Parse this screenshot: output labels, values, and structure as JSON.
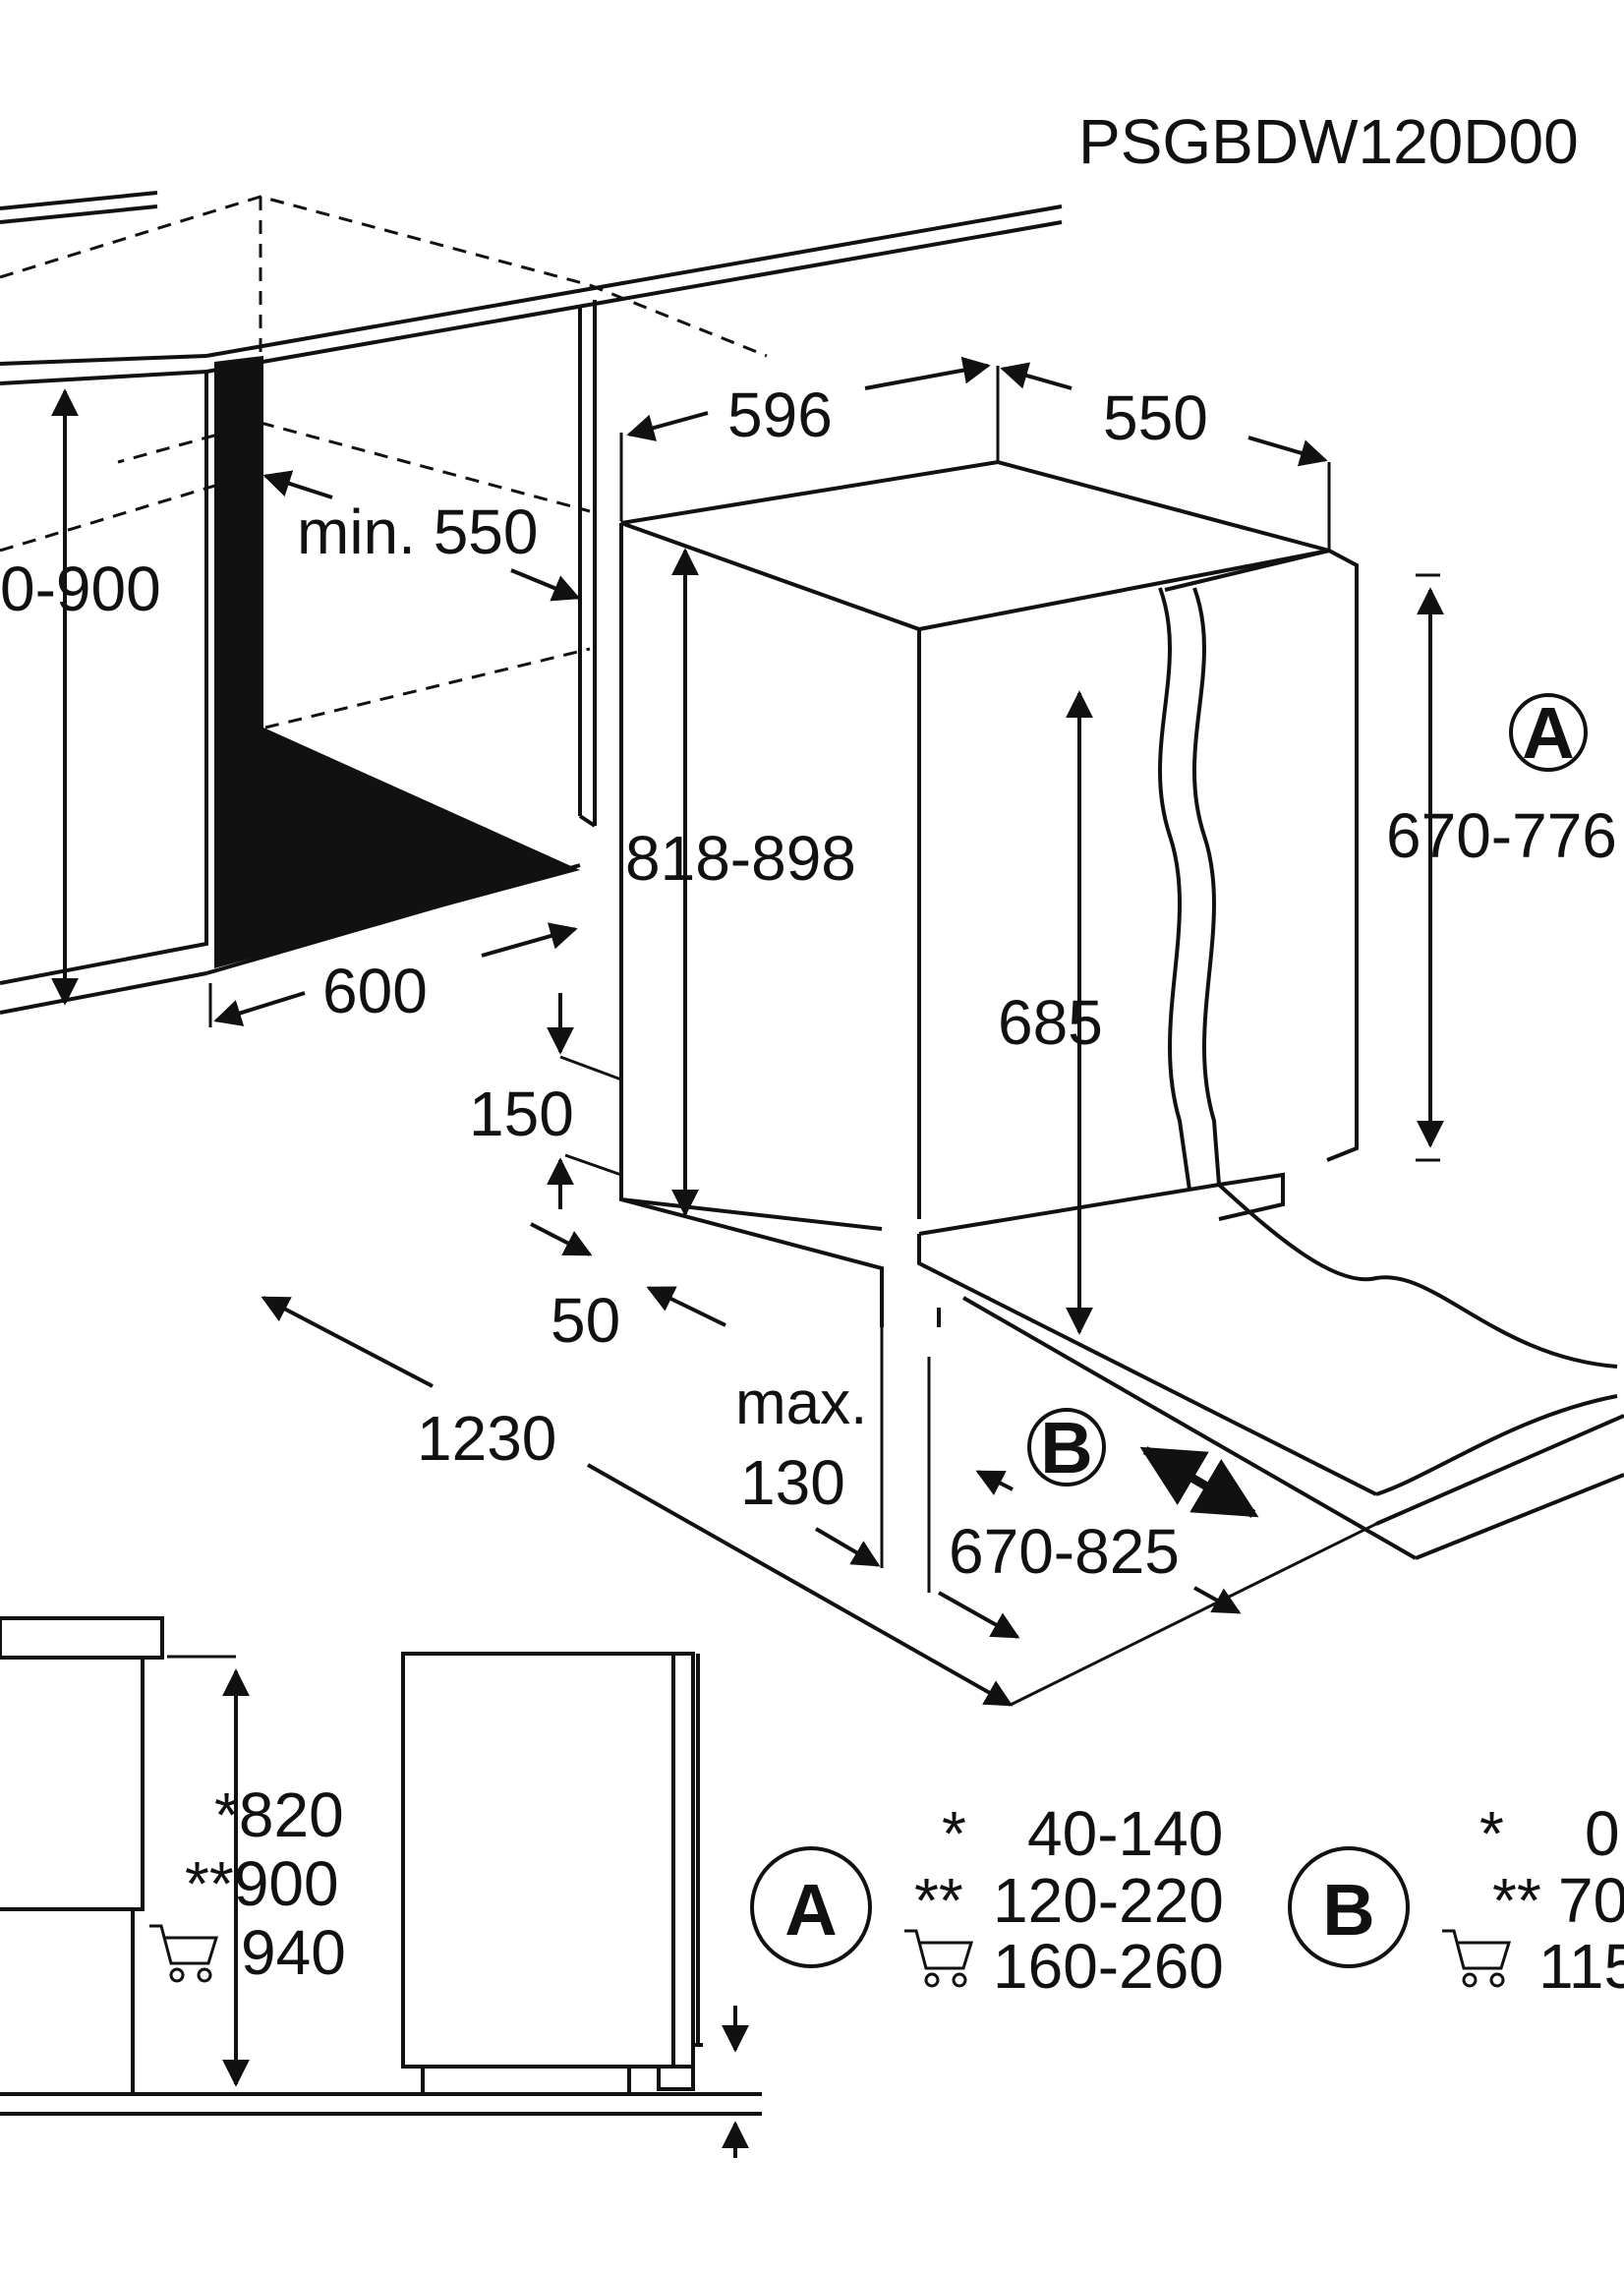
{
  "model_code": "PSGBDW120D00",
  "dimensions": {
    "width_596": "596",
    "depth_550": "550",
    "min_550": "min. 550",
    "height_range_left": "0-900",
    "niche_depth_600": "600",
    "height_818_898": "818-898",
    "height_685": "685",
    "door_range_a": "670-776",
    "gap_150": "150",
    "gap_50": "50",
    "total_1230": "1230",
    "max_label": "max.",
    "max_value": "130",
    "door_range_b": "670-825"
  },
  "markers": {
    "a_letter": "A",
    "b_letter": "B"
  },
  "table": {
    "heights": [
      "*820",
      "**900",
      "940"
    ],
    "a_rows": [
      {
        "mark": "*",
        "value": "40-140"
      },
      {
        "mark": "**",
        "value": "120-220"
      },
      {
        "mark": "",
        "value": "160-260"
      }
    ],
    "b_rows": [
      {
        "mark": "*",
        "value": "0"
      },
      {
        "mark": "**",
        "value": "70"
      },
      {
        "mark": "",
        "value": "115"
      }
    ]
  },
  "icons": [
    "cart-icon",
    "arrow-icon",
    "circle-a-icon",
    "circle-b-icon"
  ]
}
